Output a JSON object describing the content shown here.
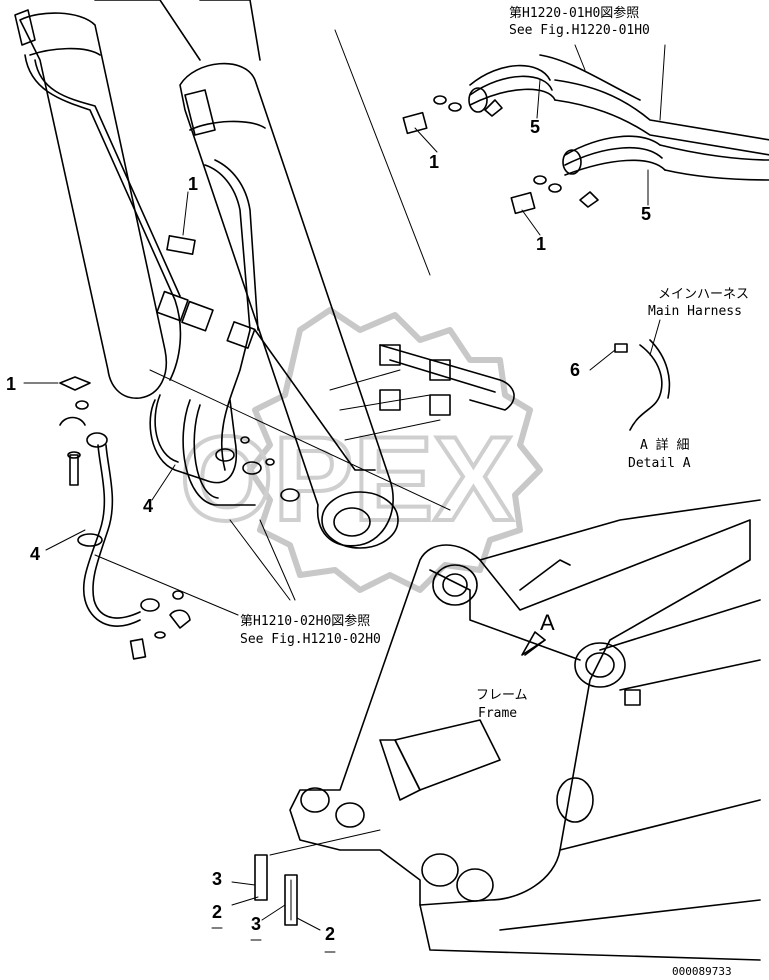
{
  "refs": {
    "fig_h1220_jp": "第H1220-01H0図参照",
    "fig_h1220_en": "See Fig.H1220-01H0",
    "fig_h1210_jp": "第H1210-02H0図参照",
    "fig_h1210_en": "See Fig.H1210-02H0"
  },
  "labels": {
    "main_harness_jp": "メインハーネス",
    "main_harness_en": "Main Harness",
    "detail_jp": "A 詳 細",
    "detail_en": "Detail A",
    "frame_jp": "フレーム",
    "frame_en": "Frame",
    "view_a": "A"
  },
  "callouts": {
    "c1a": "1",
    "c1b": "1",
    "c1c": "1",
    "c1d": "1",
    "c2a": "2",
    "c2b": "2",
    "c3a": "3",
    "c3b": "3",
    "c4a": "4",
    "c4b": "4",
    "c5a": "5",
    "c5b": "5",
    "c6": "6"
  },
  "watermark": "OPEX",
  "drawing_number": "000089733"
}
